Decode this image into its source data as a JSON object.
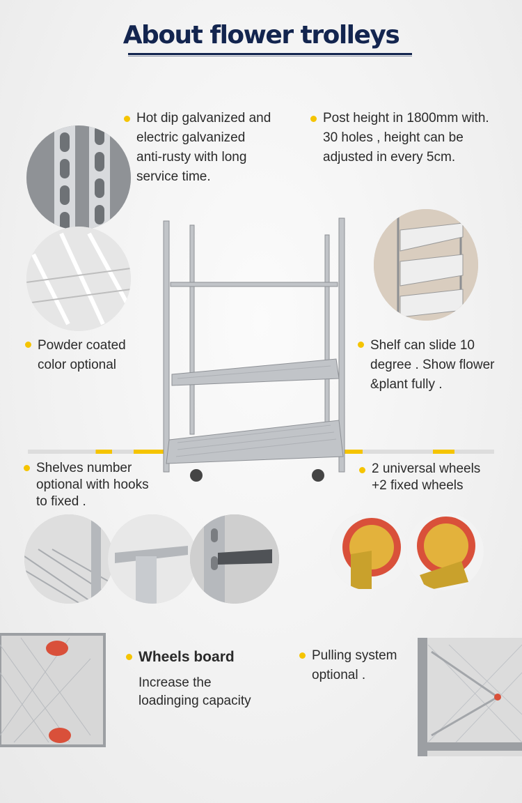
{
  "title": "About flower trolleys",
  "features": {
    "galvanized": "Hot dip galvanized and\nelectric galvanized\nanti-rusty with long\nservice time.",
    "post_height": "Post height in 1800mm with.\n30 holes , height can be\nadjusted in every 5cm.",
    "powder": "Powder coated\ncolor optional",
    "shelf_slide": "Shelf can slide 10\ndegree . Show flower\n &plant fully .",
    "shelves_number": "Shelves number\noptional with hooks\nto fixed .",
    "wheels": "2 universal wheels\n+2 fixed wheels",
    "wheels_board_title": "Wheels board",
    "wheels_board_text": "Increase the\nloadinging capacity",
    "pulling": "Pulling system\noptional ."
  },
  "colors": {
    "title": "#13254f",
    "bullet": "#f5c400",
    "metal": "#b8bcc2",
    "wheel_red": "#d9503a",
    "wheel_yellow": "#e3b23c"
  }
}
